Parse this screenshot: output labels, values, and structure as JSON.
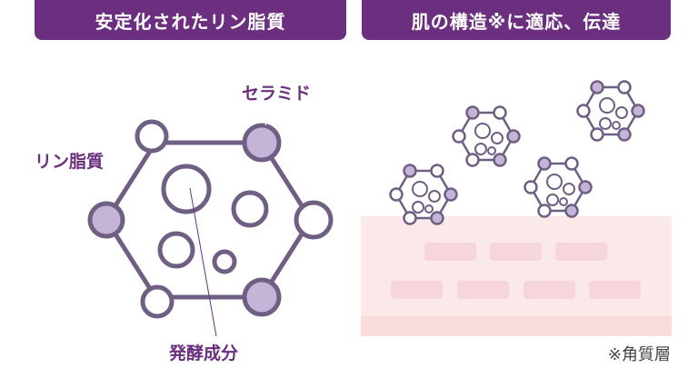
{
  "left_panel": {
    "title": "安定化されたリン脂質",
    "labels": {
      "ceramide": "セラミド",
      "phospholipid": "リン脂質",
      "fermented": "発酵成分"
    }
  },
  "right_panel": {
    "title": "肌の構造※に適応、伝達",
    "footnote": "※角質層"
  },
  "colors": {
    "accent": "#6c2f7f",
    "hexagon_stroke": "#6f5f82",
    "node_fill": "#c3b4d8",
    "skin_layer": "#fbe9ea",
    "skin_brick": "#f6d5db"
  }
}
